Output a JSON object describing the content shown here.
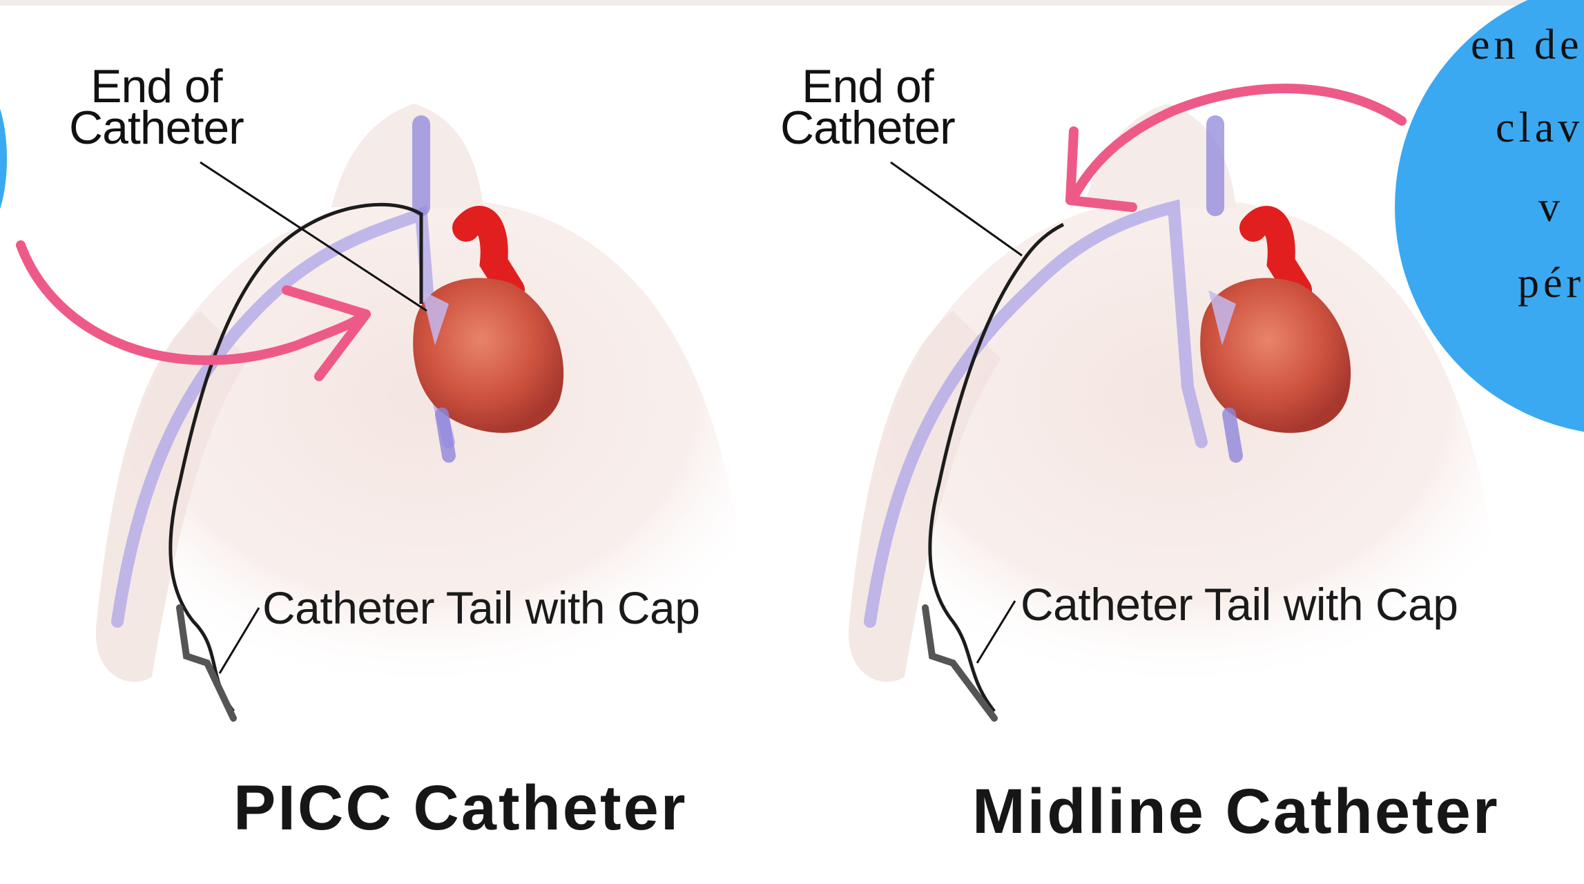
{
  "left_diagram": {
    "end_label": "End of Catheter",
    "tail_label": "Catheter Tail with Cap",
    "title": "PICC Catheter"
  },
  "right_diagram": {
    "end_label": "End of Catheter",
    "tail_label": "Catheter Tail with Cap",
    "title": "Midline Catheter"
  },
  "callout": {
    "lines": [
      "en de",
      "clav",
      "v",
      "pér"
    ],
    "color": "#3aa9f2"
  },
  "colors": {
    "arrow": "#ee5a88",
    "vein": "#a8a0e8",
    "heart": "#d5574a",
    "artery": "#e11f1f",
    "catheter": "#1c1c1c",
    "skin": "#f6ebe8"
  }
}
